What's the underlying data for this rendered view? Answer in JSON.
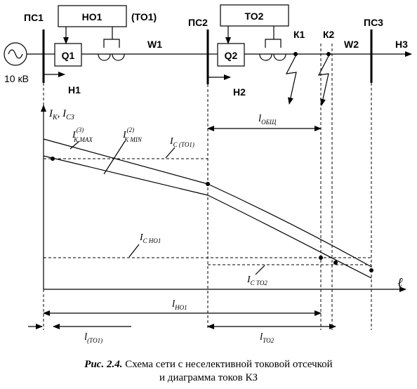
{
  "substations": {
    "ps1": "ПС1",
    "ps2": "ПС2",
    "ps3": "ПС3"
  },
  "devices": {
    "no1": "НО1",
    "to1": "(ТО1)",
    "to2": "ТО2",
    "q1": "Q1",
    "q2": "Q2"
  },
  "lines": {
    "w1": "W1",
    "w2": "W2"
  },
  "loads": {
    "h1": "Н1",
    "h2": "Н2",
    "h3": "Н3"
  },
  "faults": {
    "k1": "К1",
    "k2": "К2"
  },
  "source_voltage": "10 кВ",
  "graph": {
    "y_axis": {
      "main": "I",
      "sub1": "К",
      "sep": ", ",
      "main2": "I",
      "sub2": "СЗ"
    },
    "x_axis": "ℓ",
    "curve_max": {
      "main": "I",
      "sup": "(3)",
      "sub": "К MAX"
    },
    "curve_min": {
      "main": "I",
      "sup": "(2)",
      "sub": "К MIN"
    },
    "ic_to1": {
      "main": "I",
      "sub": "С (ТО1)"
    },
    "ic_no1": {
      "main": "I",
      "sub": "С НО1"
    },
    "ic_to2": {
      "main": "I",
      "sub": "С ТО2"
    },
    "l_common": {
      "main": "l",
      "sub": "ОБЩ"
    },
    "l_no1": {
      "main": "l",
      "sub": "НО1"
    },
    "l_to1": {
      "main": "l",
      "sub": "(ТО1)"
    },
    "l_to2": {
      "main": "l",
      "sub": "ТО2"
    }
  },
  "caption": {
    "number": "Рис. 2.4.",
    "line1": " Схема сети с неселективной токовой отсечкой",
    "line2": "и диаграмма токов КЗ"
  }
}
